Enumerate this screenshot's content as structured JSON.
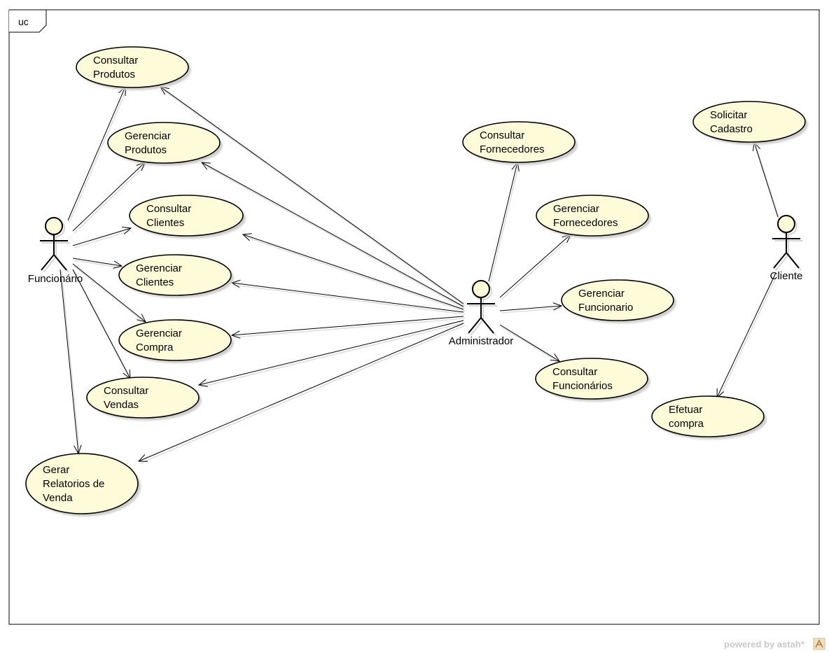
{
  "frame": {
    "label": "uc"
  },
  "actors": [
    {
      "id": "funcionario",
      "label": "Funcionário"
    },
    {
      "id": "administrador",
      "label": "Administrador"
    },
    {
      "id": "cliente",
      "label": "Cliente"
    }
  ],
  "use_cases": [
    {
      "id": "consultar-produtos",
      "lines": [
        "Consultar",
        "Produtos"
      ]
    },
    {
      "id": "gerenciar-produtos",
      "lines": [
        "Gerenciar",
        "Produtos"
      ]
    },
    {
      "id": "consultar-clientes",
      "lines": [
        "Consultar",
        "Clientes"
      ]
    },
    {
      "id": "gerenciar-clientes",
      "lines": [
        "Gerenciar",
        "Clientes"
      ]
    },
    {
      "id": "gerenciar-compra",
      "lines": [
        "Gerenciar",
        "Compra"
      ]
    },
    {
      "id": "consultar-vendas",
      "lines": [
        "Consultar",
        "Vendas"
      ]
    },
    {
      "id": "gerar-relatorios",
      "lines": [
        "Gerar",
        "Relatorios de",
        "Venda"
      ]
    },
    {
      "id": "consultar-fornecedores",
      "lines": [
        "Consultar",
        "Fornecedores"
      ]
    },
    {
      "id": "gerenciar-fornecedores",
      "lines": [
        "Gerenciar",
        "Fornecedores"
      ]
    },
    {
      "id": "gerenciar-funcionario",
      "lines": [
        "Gerenciar",
        "Funcionario"
      ]
    },
    {
      "id": "consultar-funcionarios",
      "lines": [
        "Consultar",
        "Funcionários"
      ]
    },
    {
      "id": "solicitar-cadastro",
      "lines": [
        "Solicitar",
        "Cadastro"
      ]
    },
    {
      "id": "efetuar-compra",
      "lines": [
        "Efetuar",
        "compra"
      ]
    }
  ],
  "associations": [
    {
      "from": "funcionario",
      "to": "consultar-produtos"
    },
    {
      "from": "funcionario",
      "to": "gerenciar-produtos"
    },
    {
      "from": "funcionario",
      "to": "consultar-clientes"
    },
    {
      "from": "funcionario",
      "to": "gerenciar-clientes"
    },
    {
      "from": "funcionario",
      "to": "gerenciar-compra"
    },
    {
      "from": "funcionario",
      "to": "consultar-vendas"
    },
    {
      "from": "funcionario",
      "to": "gerar-relatorios"
    },
    {
      "from": "administrador",
      "to": "consultar-produtos"
    },
    {
      "from": "administrador",
      "to": "gerenciar-produtos"
    },
    {
      "from": "administrador",
      "to": "consultar-clientes"
    },
    {
      "from": "administrador",
      "to": "gerenciar-clientes"
    },
    {
      "from": "administrador",
      "to": "gerenciar-compra"
    },
    {
      "from": "administrador",
      "to": "consultar-vendas"
    },
    {
      "from": "administrador",
      "to": "gerar-relatorios"
    },
    {
      "from": "administrador",
      "to": "consultar-fornecedores"
    },
    {
      "from": "administrador",
      "to": "gerenciar-fornecedores"
    },
    {
      "from": "administrador",
      "to": "gerenciar-funcionario"
    },
    {
      "from": "administrador",
      "to": "consultar-funcionarios"
    },
    {
      "from": "cliente",
      "to": "solicitar-cadastro"
    },
    {
      "from": "cliente",
      "to": "efetuar-compra"
    }
  ],
  "colors": {
    "usecase_fill": "#fdfbd8",
    "usecase_stroke": "#000000",
    "actor_fill": "#fdfbd8",
    "shadow": "#dedede"
  },
  "watermark": {
    "text": "powered by astah*"
  }
}
